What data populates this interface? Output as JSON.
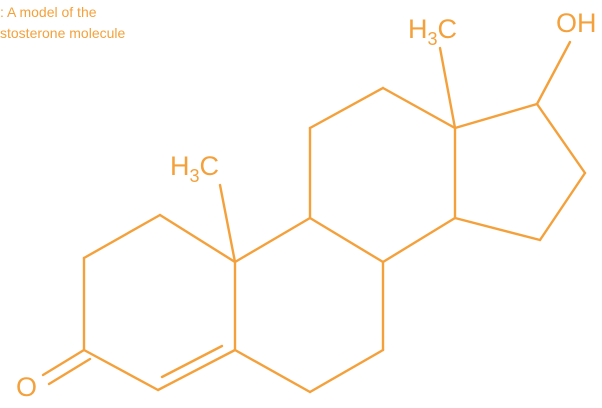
{
  "caption": {
    "line1": ": A model of the",
    "line2": "stosterone molecule"
  },
  "labels": {
    "methyl_top": {
      "main": "H",
      "sub": "3",
      "tail": "C"
    },
    "methyl_mid": {
      "main": "H",
      "sub": "3",
      "tail": "C"
    },
    "hydroxyl": "OH",
    "ketone_oxygen": "O"
  },
  "colors": {
    "molecule": "#f4a13c"
  }
}
